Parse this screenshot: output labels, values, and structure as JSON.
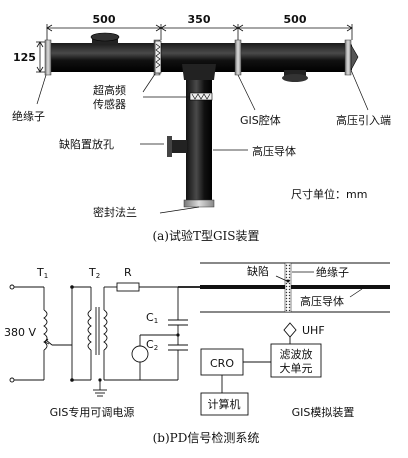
{
  "figure_a": {
    "dimensions": {
      "d1": "500",
      "d2": "350",
      "d3": "500",
      "d_height": "125"
    },
    "labels": {
      "sensor": [
        "超高频",
        "传感器"
      ],
      "insulator": "绝缘子",
      "gis_chamber": "GIS腔体",
      "hv_terminal": "高压引入端",
      "defect_hole": "缺陷置放孔",
      "hv_conductor": "高压导体",
      "seal_flange": "密封法兰",
      "unit_note": "尺寸单位：mm"
    },
    "caption": "(a)试验T型GIS装置"
  },
  "figure_b": {
    "components": {
      "T1": "T",
      "T1_sub": "1",
      "T2": "T",
      "T2_sub": "2",
      "R": "R",
      "C1": "C",
      "C1_sub": "1",
      "C2": "C",
      "C2_sub": "2",
      "voltage": "380 V"
    },
    "gis_labels": {
      "defect": "缺陷",
      "insulator": "绝缘子",
      "hv_conductor": "高压导体",
      "uhf": "UHF",
      "amp_line1": "滤波放",
      "amp_line2": "大单元",
      "cro": "CRO",
      "computer": "计算机"
    },
    "bottom_labels": {
      "power": "GIS专用可调电源",
      "gis_sim": "GIS模拟装置"
    },
    "caption": "(b)PD信号检测系统"
  }
}
